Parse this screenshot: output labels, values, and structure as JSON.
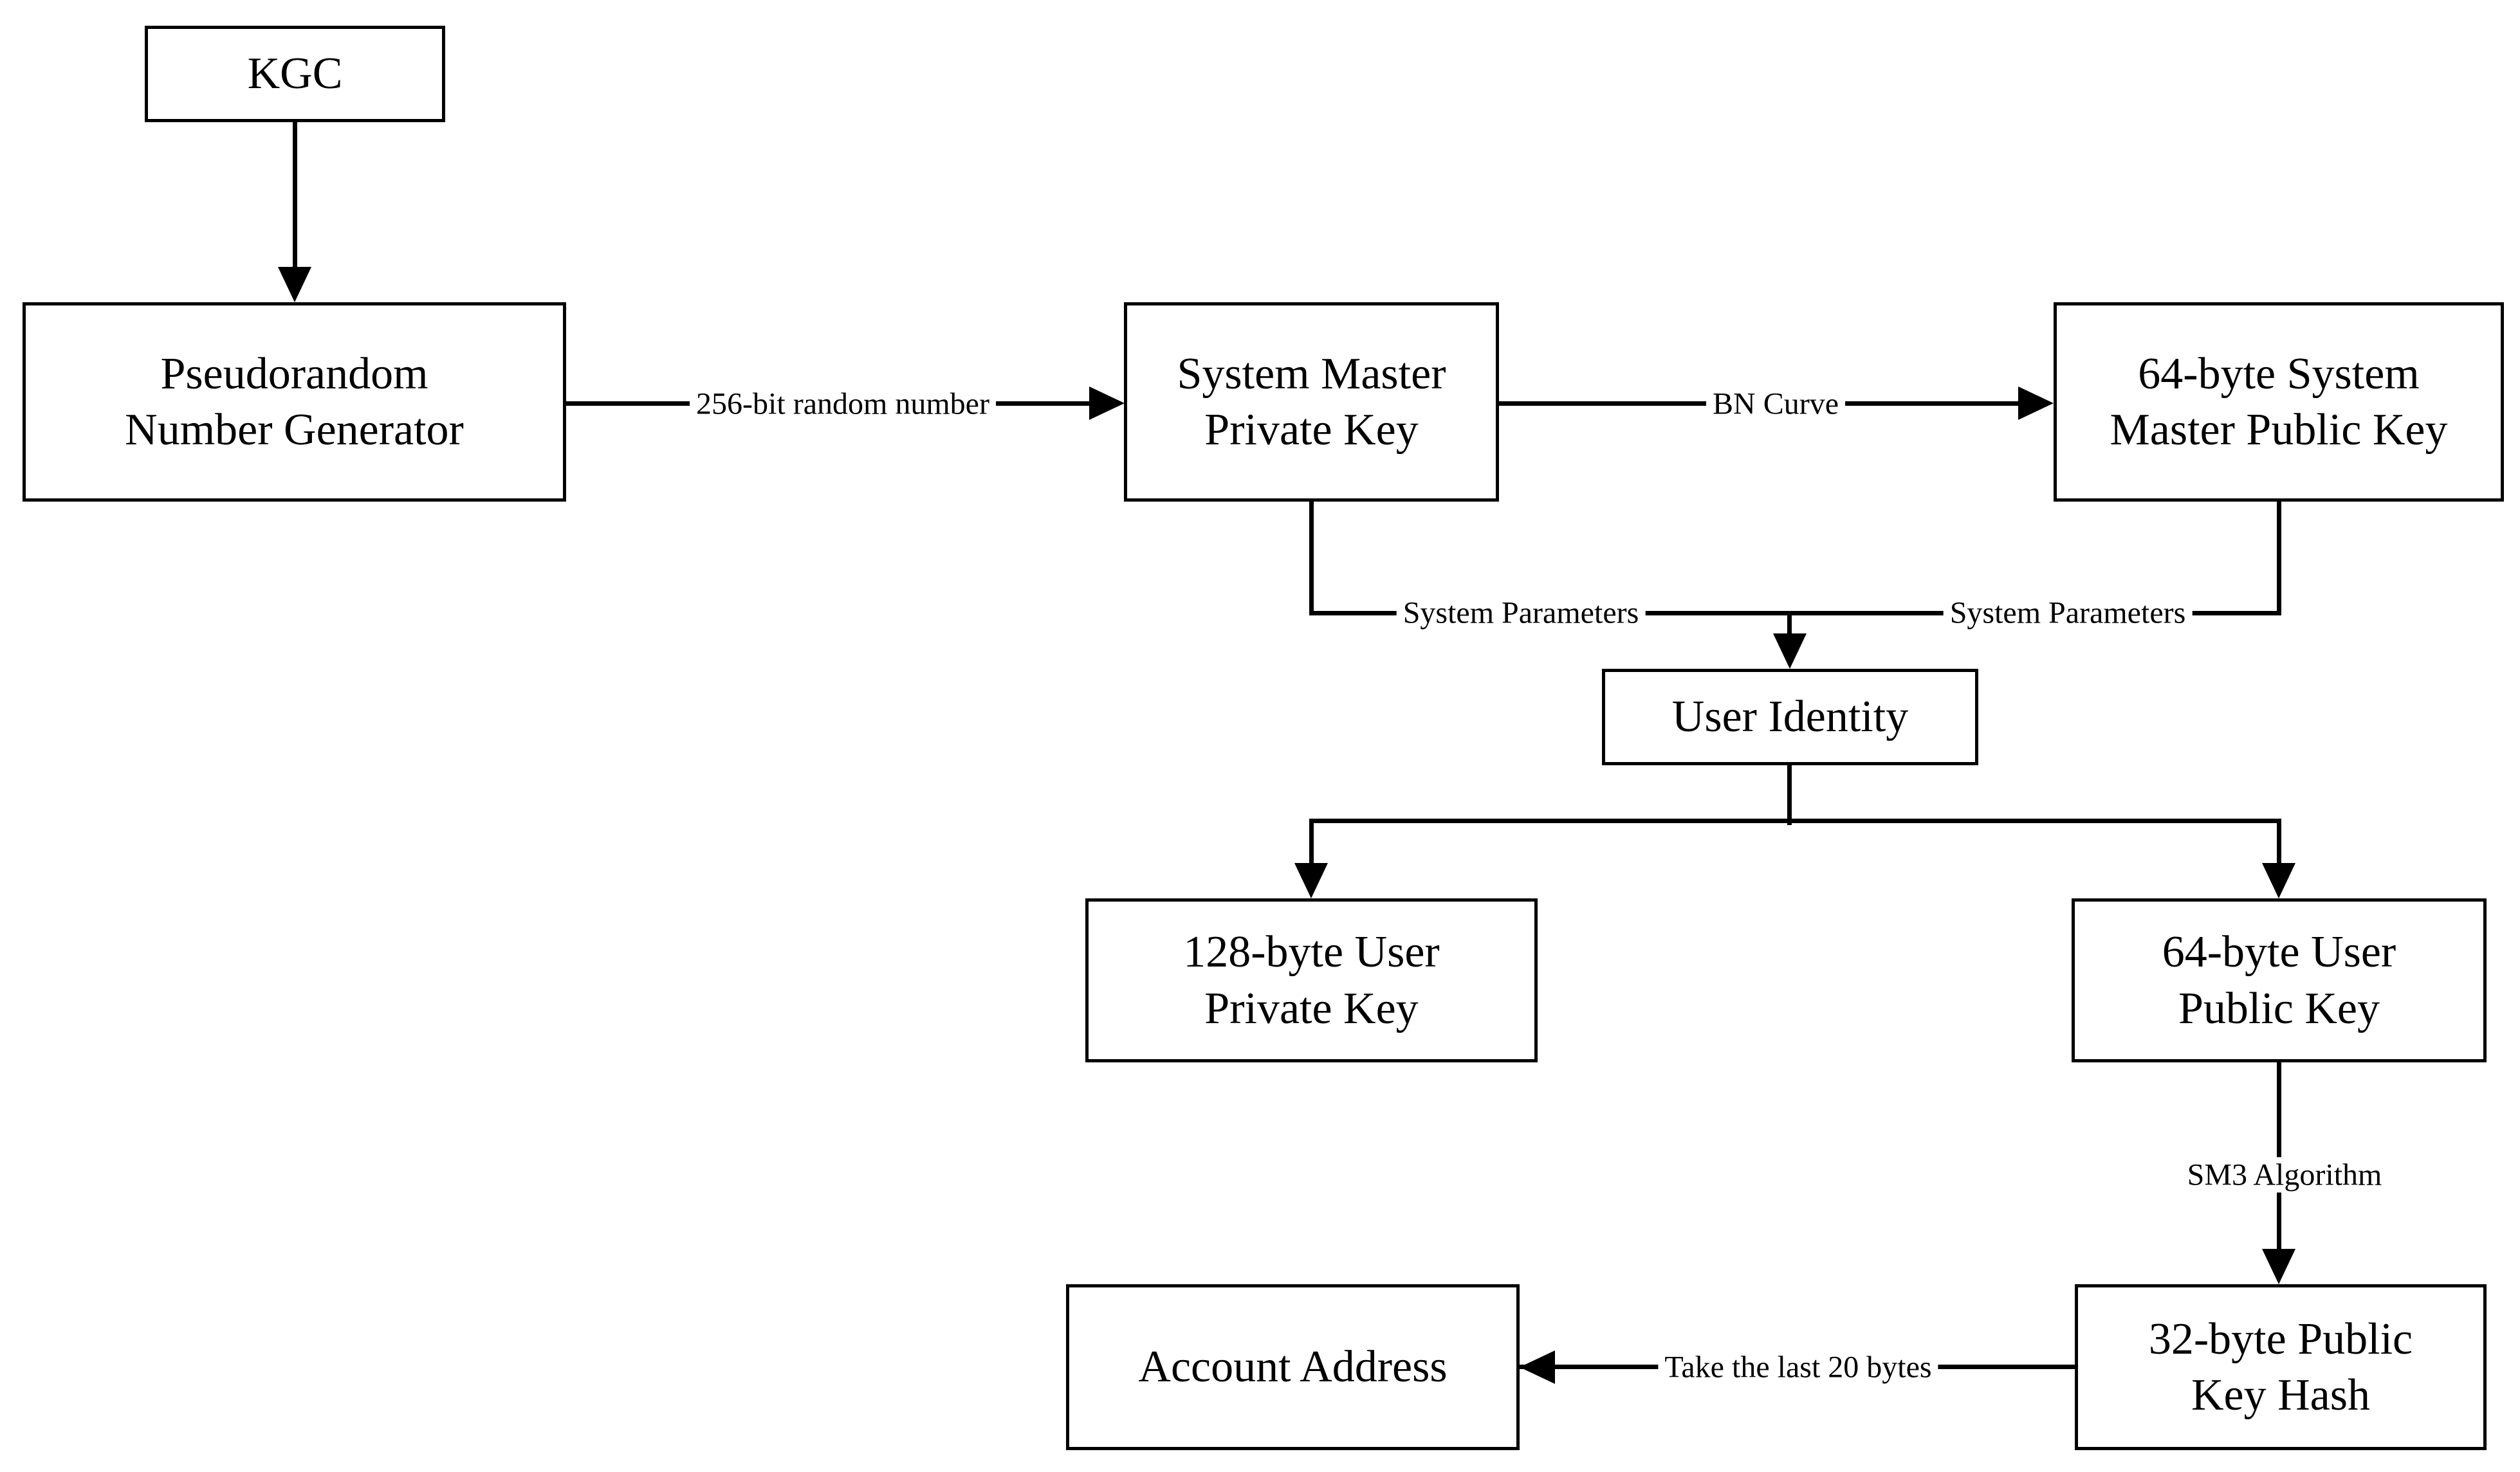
{
  "nodes": {
    "kgc": {
      "lines": [
        "KGC"
      ]
    },
    "prng": {
      "lines": [
        "Pseudorandom",
        "Number Generator"
      ]
    },
    "system_master_private_key": {
      "lines": [
        "System Master",
        "Private Key"
      ]
    },
    "system_master_public_key": {
      "lines": [
        "64-byte System",
        "Master Public Key"
      ]
    },
    "user_identity": {
      "lines": [
        "User Identity"
      ]
    },
    "user_private_key": {
      "lines": [
        "128-byte User",
        "Private Key"
      ]
    },
    "user_public_key": {
      "lines": [
        "64-byte User",
        "Public Key"
      ]
    },
    "public_key_hash": {
      "lines": [
        "32-byte Public",
        "Key Hash"
      ]
    },
    "account_address": {
      "lines": [
        "Account Address"
      ]
    }
  },
  "edges": {
    "random_number": {
      "label": "256-bit random number"
    },
    "bn_curve": {
      "label": "BN Curve"
    },
    "system_parameters_left": {
      "label": "System Parameters"
    },
    "system_parameters_right": {
      "label": "System Parameters"
    },
    "sm3": {
      "label": "SM3 Algorithm"
    },
    "take_last_20_bytes": {
      "label": "Take the last 20 bytes"
    }
  },
  "colors": {
    "line": "#000000",
    "text": "#000000",
    "background": "#ffffff",
    "box_fill": "#ffffff"
  }
}
